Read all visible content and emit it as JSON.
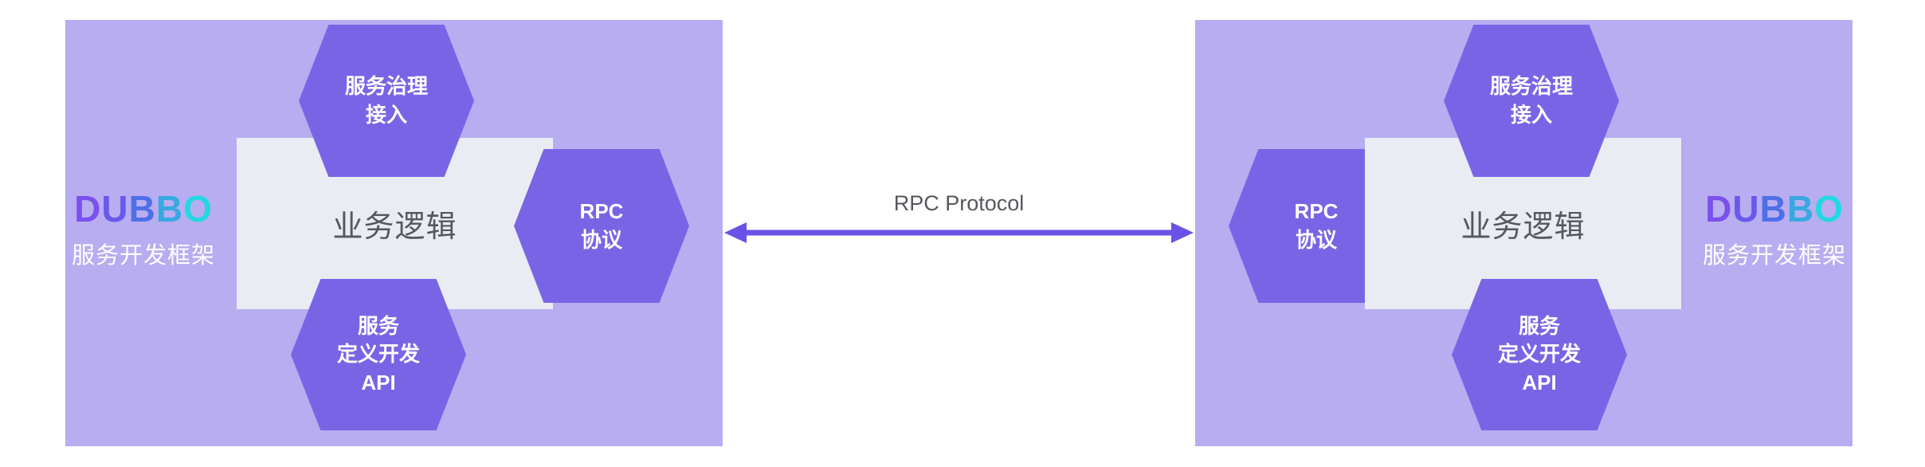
{
  "colors": {
    "panel_bg": "#b7adf0",
    "hexagon": "#7a64e6",
    "rect_bg": "#eaecf3",
    "dark_text": "#55585c",
    "arrow": "#6a52e6",
    "white": "#ffffff"
  },
  "connector": {
    "label": "RPC Protocol"
  },
  "panel": {
    "brand": "DUBBO",
    "brand_letter_colors": [
      "#7a50ee",
      "#6858ec",
      "#4f6fe8",
      "#38a8e0",
      "#22d8e2"
    ],
    "brand_subtitle": "服务开发框架",
    "business_logic": "业务逻辑",
    "governance": [
      "服务治理",
      "接入"
    ],
    "rpc": [
      "RPC",
      "协议"
    ],
    "api": [
      "服务",
      "定义开发",
      "API"
    ]
  }
}
